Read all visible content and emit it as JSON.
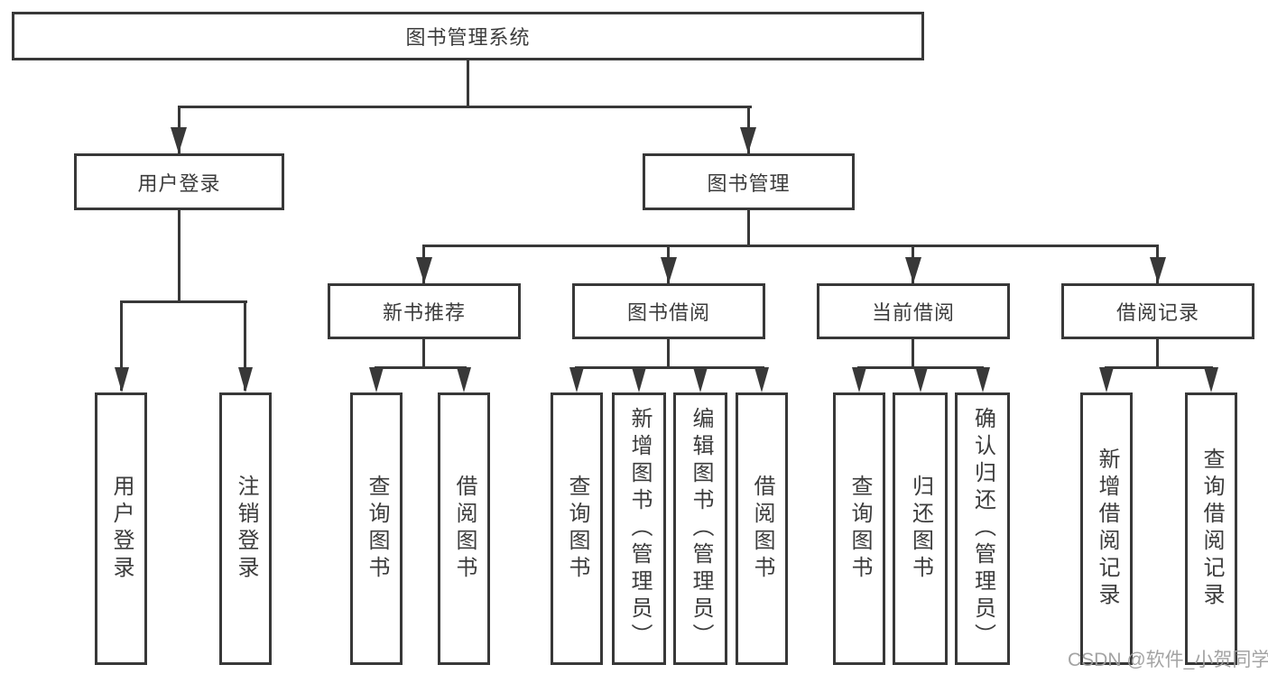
{
  "diagram": {
    "type": "hierarchy-diagram",
    "title": "图书管理系统",
    "watermark": "CSDN @软件_小贺同学",
    "colors": {
      "background": "#ffffff",
      "line": "#383838",
      "box_border": "#383838",
      "text": "#3c3c3c",
      "watermark": "#9e9e9e"
    },
    "tree": {
      "label": "图书管理系统",
      "children": [
        {
          "label": "用户登录",
          "children": [
            {
              "label": "用户登录"
            },
            {
              "label": "注销登录"
            }
          ]
        },
        {
          "label": "图书管理",
          "children": [
            {
              "label": "新书推荐",
              "children": [
                {
                  "label": "查询图书"
                },
                {
                  "label": "借阅图书"
                }
              ]
            },
            {
              "label": "图书借阅",
              "children": [
                {
                  "label": "查询图书"
                },
                {
                  "label": "新增图书（管理员）"
                },
                {
                  "label": "编辑图书（管理员）"
                },
                {
                  "label": "借阅图书"
                }
              ]
            },
            {
              "label": "当前借阅",
              "children": [
                {
                  "label": "查询图书"
                },
                {
                  "label": "归还图书"
                },
                {
                  "label": "确认归还（管理员）"
                }
              ]
            },
            {
              "label": "借阅记录",
              "children": [
                {
                  "label": "新增借阅记录"
                },
                {
                  "label": "查询借阅记录"
                }
              ]
            }
          ]
        }
      ]
    }
  }
}
